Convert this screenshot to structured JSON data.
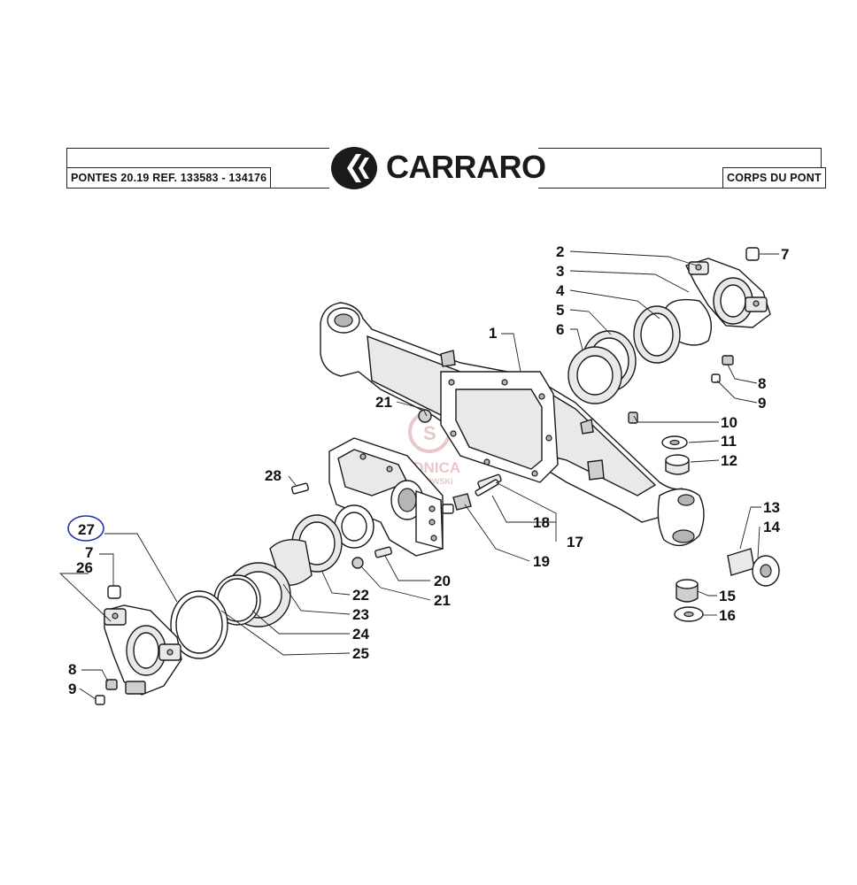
{
  "header": {
    "left_title": "PONTES 20.19 REF. 133583 - 134176",
    "brand_name": "CARRARO",
    "right_title": "CORPS DU PONT"
  },
  "watermark": {
    "name": "SKŁADNICA",
    "sub": "DĄBROWSKI"
  },
  "highlight": {
    "color": "#1f2fb0",
    "circled_label": "27"
  },
  "callouts": [
    "1",
    "2",
    "3",
    "4",
    "5",
    "6",
    "7",
    "8",
    "9",
    "10",
    "11",
    "12",
    "13",
    "14",
    "15",
    "16",
    "17",
    "18",
    "19",
    "20",
    "21",
    "22",
    "23",
    "24",
    "25",
    "26",
    "27",
    "28"
  ],
  "colors": {
    "line": "#1a1a1a",
    "logo_mark": "#1a1a1a"
  }
}
